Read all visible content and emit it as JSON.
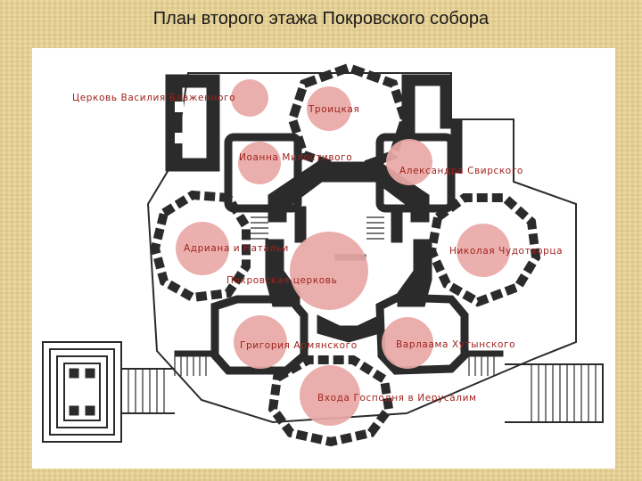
{
  "slide": {
    "title": "План второго этажа Покровского собора"
  },
  "plan": {
    "wall_color": "#2b2b2b",
    "circle_color": "#e9a9a6",
    "label_color": "#a0221e",
    "labels": {
      "vasily": "Церковь Василия Блаженного",
      "troitskaya": "Троицкая",
      "ioann": "Иоанна Милостивого",
      "alexandr": "Александра Свирского",
      "adrian": "Адриана и Натальи",
      "nikola": "Николая Чудотворца",
      "pokrovskaya": "Покровская церковь",
      "grigory": "Григория Армянского",
      "varlaam": "Варлаама Хутынского",
      "vhod": "Входа Господня в Иерусалим"
    }
  }
}
